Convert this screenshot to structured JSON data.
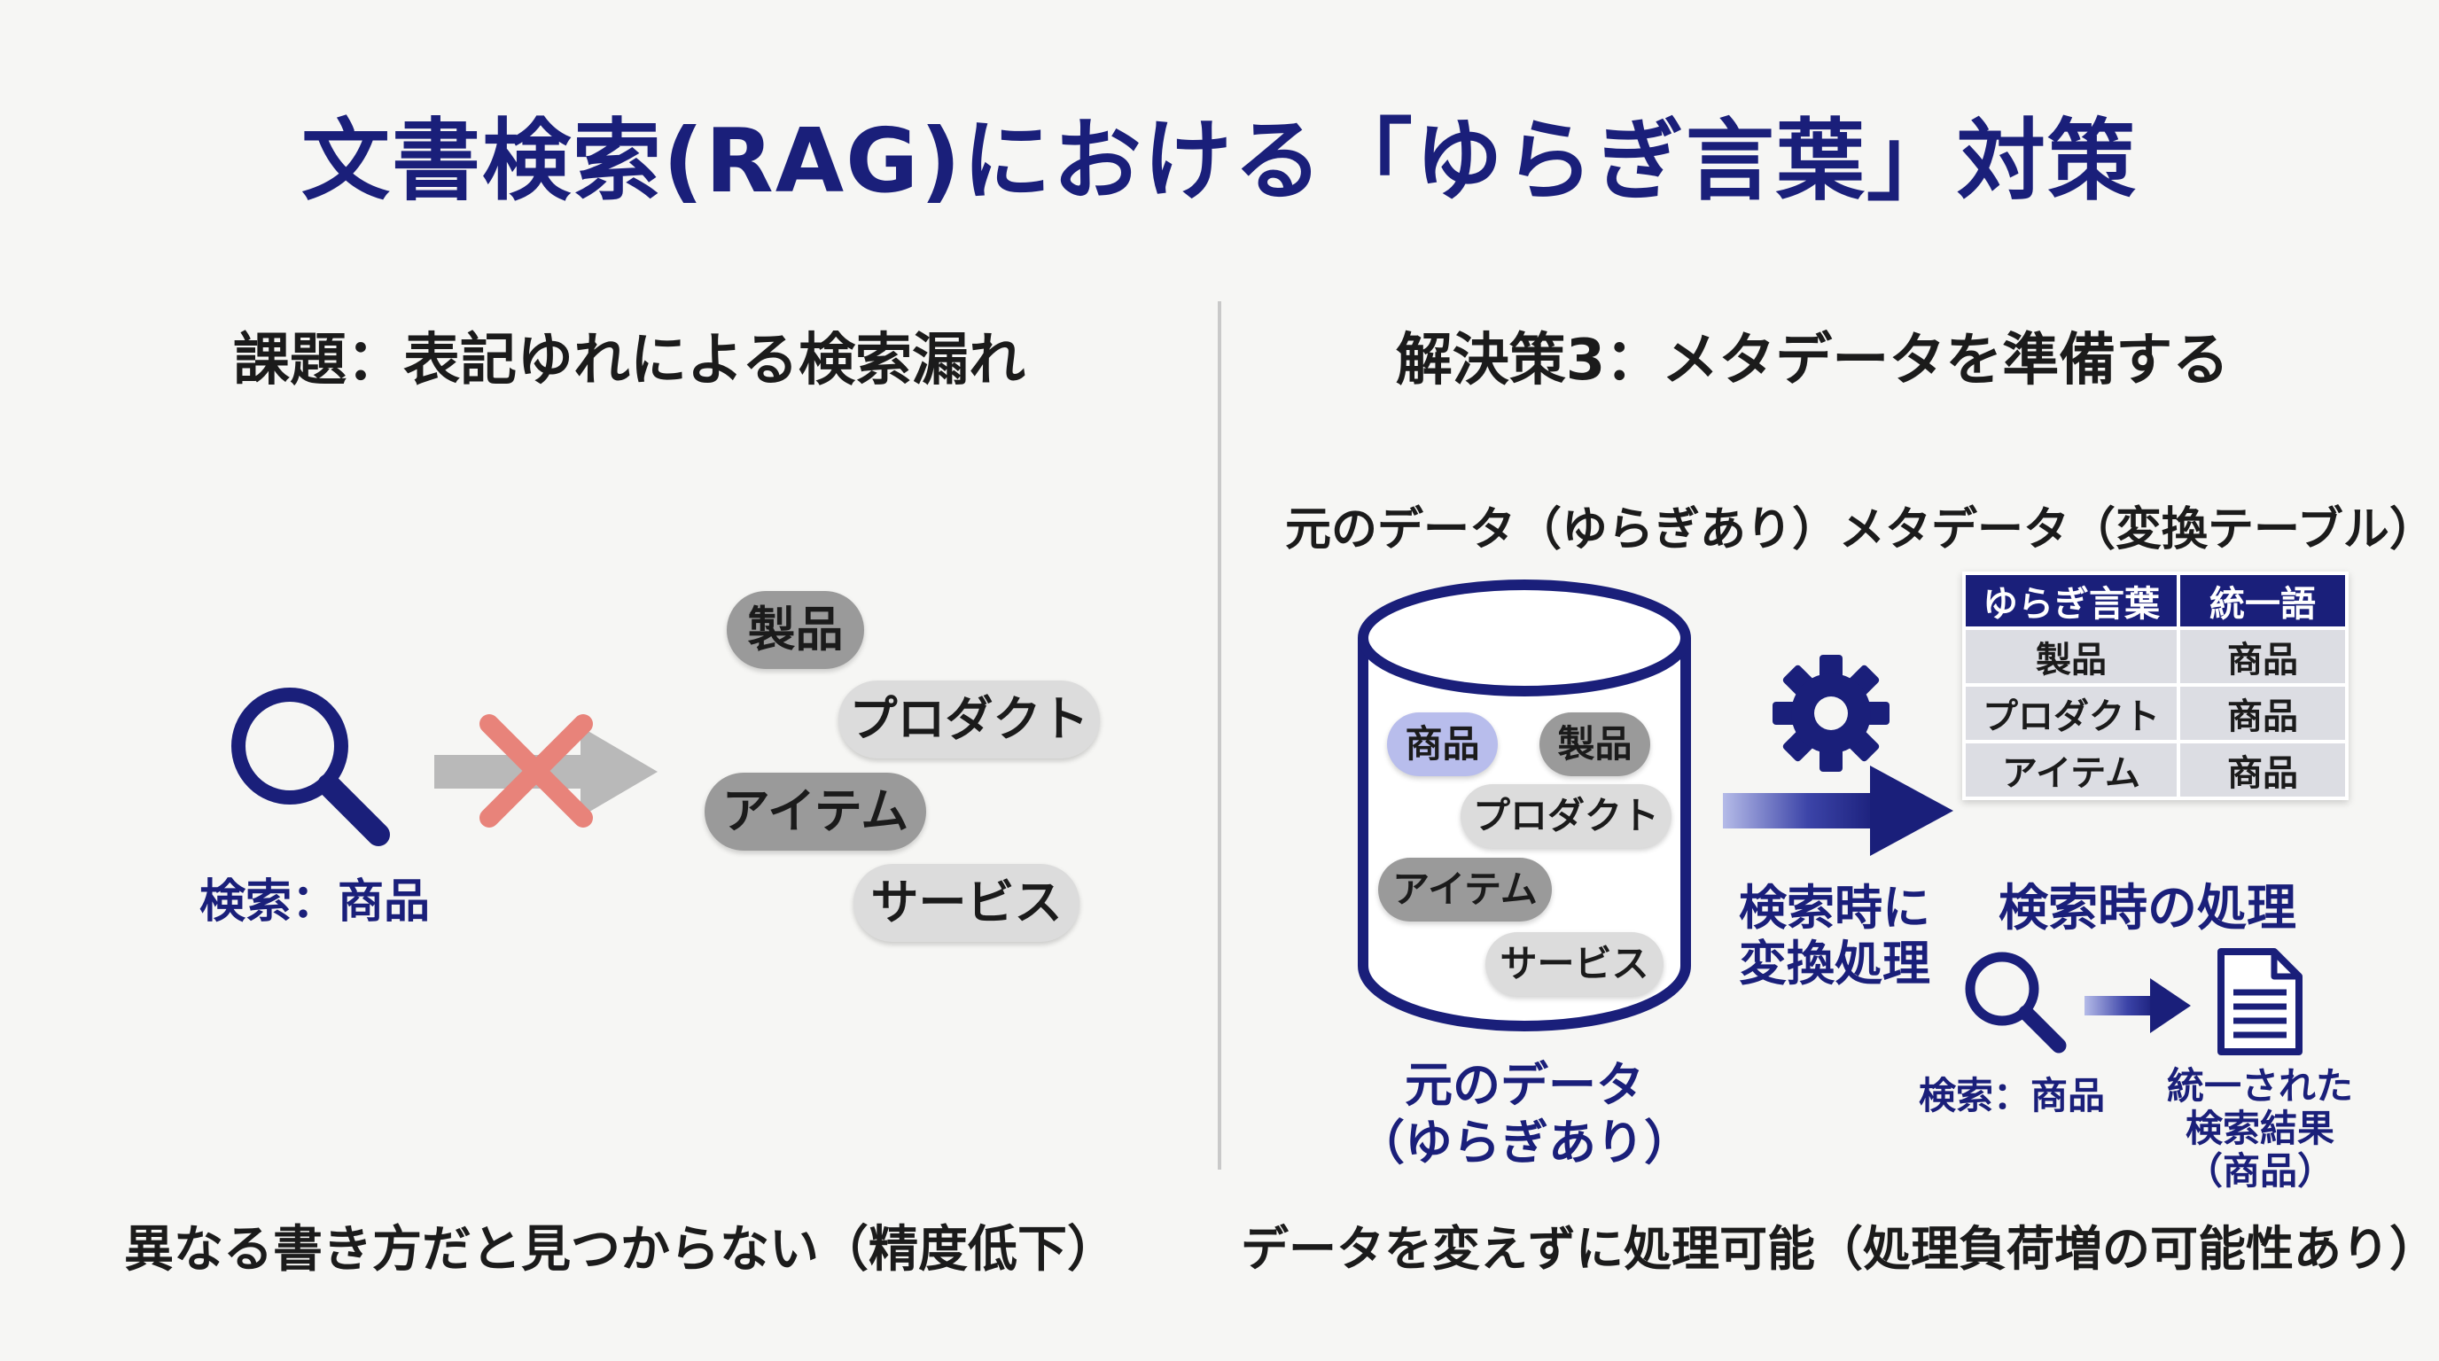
{
  "title": "文書検索(RAG)における「ゆらぎ言葉」対策",
  "left": {
    "heading": "課題：表記ゆれによる検索漏れ",
    "search_label": "検索：商品",
    "words": [
      "製品",
      "プロダクト",
      "アイテム",
      "サービス"
    ],
    "footer": "異なる書き方だと見つからない（精度低下）"
  },
  "right": {
    "heading": "解決策3：メタデータを準備する",
    "source_caption": "元のデータ（ゆらぎあり）",
    "meta_caption": "メタデータ（変換テーブル）",
    "db_words": [
      "商品",
      "製品",
      "プロダクト",
      "アイテム",
      "サービス"
    ],
    "db_label_line1": "元のデータ",
    "db_label_line2": "（ゆらぎあり）",
    "convert_line1": "検索時に",
    "convert_line2": "変換処理",
    "table": {
      "headers": [
        "ゆらぎ言葉",
        "統一語"
      ],
      "rows": [
        [
          "製品",
          "商品"
        ],
        [
          "プロダクト",
          "商品"
        ],
        [
          "アイテム",
          "商品"
        ]
      ]
    },
    "process_title": "検索時の処理",
    "search_label": "検索：商品",
    "result_line1": "統一された",
    "result_line2": "検索結果",
    "result_line3": "（商品）",
    "footer": "データを変えずに処理可能（処理負荷増の可能性あり）"
  },
  "colors": {
    "navy": "#1a1f7a",
    "cross_red": "#e8837a",
    "arrow_gray": "#b9b9b9",
    "pill_dark": "#9a9a9a",
    "pill_light": "#dcdcdc",
    "pill_blue": "#b8bdec"
  },
  "icons": [
    "magnifier-icon",
    "cross-icon",
    "gear-icon",
    "document-icon",
    "database-icon"
  ]
}
